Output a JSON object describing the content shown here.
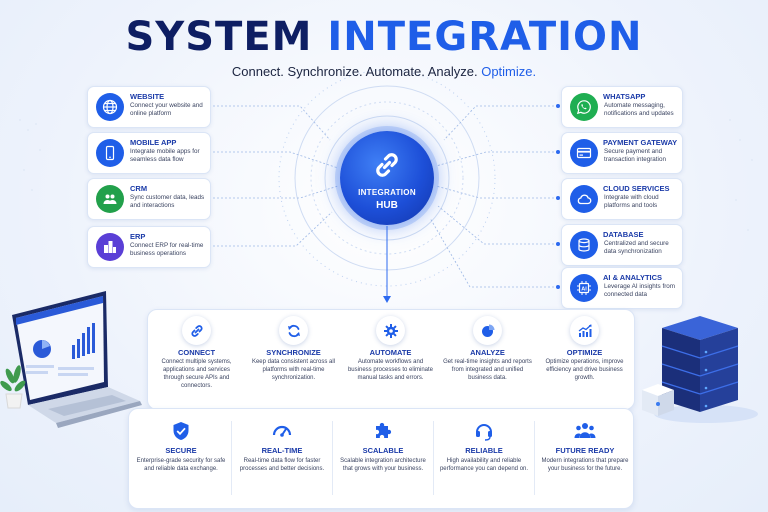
{
  "header": {
    "title_part1": "SYSTEM",
    "title_part2": "INTEGRATION",
    "subtitle_part1": "Connect. Synchronize. Automate. Analyze.",
    "subtitle_part2": "Optimize."
  },
  "hub": {
    "line1": "INTEGRATION",
    "line2": "HUB"
  },
  "left_cards": [
    {
      "title": "WEBSITE",
      "desc": "Connect your website and online platform",
      "icon": "globe-icon",
      "color": "#1f5ee8"
    },
    {
      "title": "MOBILE APP",
      "desc": "Integrate mobile apps for seamless data flow",
      "icon": "smartphone-icon",
      "color": "#1f5ee8"
    },
    {
      "title": "CRM",
      "desc": "Sync customer data, leads and interactions",
      "icon": "users-icon",
      "color": "#22a04b"
    },
    {
      "title": "ERP",
      "desc": "Connect ERP for real-time business operations",
      "icon": "buildings-icon",
      "color": "#5a3fd6"
    }
  ],
  "right_cards": [
    {
      "title": "WHATSAPP",
      "desc": "Automate messaging, notifications and updates",
      "icon": "whatsapp-icon",
      "color": "#1fae52"
    },
    {
      "title": "PAYMENT GATEWAY",
      "desc": "Secure payment and transaction integration",
      "icon": "credit-card-icon",
      "color": "#1f5ee8"
    },
    {
      "title": "CLOUD SERVICES",
      "desc": "Integrate with cloud platforms and tools",
      "icon": "cloud-icon",
      "color": "#1f5ee8"
    },
    {
      "title": "DATABASE",
      "desc": "Centralized and secure data synchronization",
      "icon": "database-icon",
      "color": "#1f5ee8"
    },
    {
      "title": "AI & ANALYTICS",
      "desc": "Leverage AI insights from connected data",
      "icon": "ai-chip-icon",
      "color": "#1f5ee8"
    }
  ],
  "steps": [
    {
      "title": "CONNECT",
      "desc": "Connect multiple systems, applications and services through secure APIs and connectors.",
      "icon": "link-icon"
    },
    {
      "title": "SYNCHRONIZE",
      "desc": "Keep data consistent across all platforms with real-time synchronization.",
      "icon": "sync-icon"
    },
    {
      "title": "AUTOMATE",
      "desc": "Automate workflows and business processes to eliminate manual tasks and errors.",
      "icon": "gear-icon"
    },
    {
      "title": "ANALYZE",
      "desc": "Get real-time insights and reports from integrated and unified business data.",
      "icon": "pie-chart-icon"
    },
    {
      "title": "OPTIMIZE",
      "desc": "Optimize operations, improve efficiency and drive business growth.",
      "icon": "growth-chart-icon"
    }
  ],
  "features": [
    {
      "title": "SECURE",
      "desc": "Enterprise-grade security for safe and reliable data exchange.",
      "icon": "shield-check-icon"
    },
    {
      "title": "REAL-TIME",
      "desc": "Real-time data flow for faster processes and better decisions.",
      "icon": "speedometer-icon"
    },
    {
      "title": "SCALABLE",
      "desc": "Scalable integration architecture that grows with your business.",
      "icon": "puzzle-icon"
    },
    {
      "title": "RELIABLE",
      "desc": "High availability and reliable performance you can depend on.",
      "icon": "headset-icon"
    },
    {
      "title": "FUTURE READY",
      "desc": "Modern integrations that prepare your business for the future.",
      "icon": "team-icon"
    }
  ],
  "colors": {
    "accent": "#1f5ee8",
    "navy": "#0e1e63",
    "heading": "#1a3aa8"
  }
}
